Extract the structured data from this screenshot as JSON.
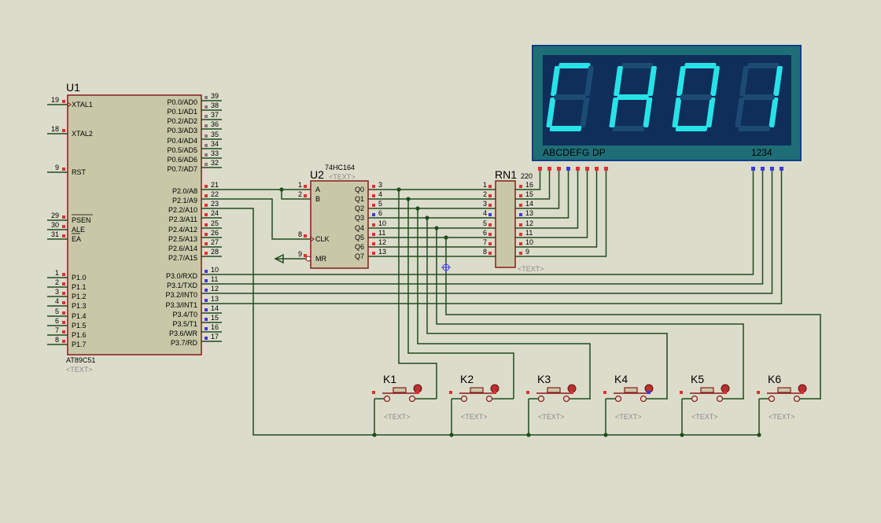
{
  "colors": {
    "background": "#dcdccb",
    "wire": "#1f4d1f",
    "body_fill": "#c8c8a8",
    "body_stroke": "#8b1a1a",
    "pin_active": "#e03030",
    "pin_idle": "#3a3ae0",
    "pin_gray": "#808080",
    "display_frame": "#1e6e78",
    "display_glass": "#102e5a",
    "segment_on": "#27e3e8",
    "segment_off": "#1b4a73"
  },
  "u1": {
    "ref": "U1",
    "part": "AT89C51",
    "text_placeholder": "<TEXT>",
    "left_pins": [
      {
        "num": "19",
        "name": "XTAL1"
      },
      {
        "num": "18",
        "name": "XTAL2"
      },
      {
        "num": "9",
        "name": "RST"
      },
      {
        "num": "29",
        "name": "PSEN"
      },
      {
        "num": "30",
        "name": "ALE"
      },
      {
        "num": "31",
        "name": "EA"
      },
      {
        "num": "1",
        "name": "P1.0"
      },
      {
        "num": "2",
        "name": "P1.1"
      },
      {
        "num": "3",
        "name": "P1.2"
      },
      {
        "num": "4",
        "name": "P1.3"
      },
      {
        "num": "5",
        "name": "P1.4"
      },
      {
        "num": "6",
        "name": "P1.5"
      },
      {
        "num": "7",
        "name": "P1.6"
      },
      {
        "num": "8",
        "name": "P1.7"
      }
    ],
    "right_pins": [
      {
        "num": "39",
        "name": "P0.0/AD0"
      },
      {
        "num": "38",
        "name": "P0.1/AD1"
      },
      {
        "num": "37",
        "name": "P0.2/AD2"
      },
      {
        "num": "36",
        "name": "P0.3/AD3"
      },
      {
        "num": "35",
        "name": "P0.4/AD4"
      },
      {
        "num": "34",
        "name": "P0.5/AD5"
      },
      {
        "num": "33",
        "name": "P0.6/AD6"
      },
      {
        "num": "32",
        "name": "P0.7/AD7"
      },
      {
        "num": "21",
        "name": "P2.0/A8"
      },
      {
        "num": "22",
        "name": "P2.1/A9"
      },
      {
        "num": "23",
        "name": "P2.2/A10"
      },
      {
        "num": "24",
        "name": "P2.3/A11"
      },
      {
        "num": "25",
        "name": "P2.4/A12"
      },
      {
        "num": "26",
        "name": "P2.5/A13"
      },
      {
        "num": "27",
        "name": "P2.6/A14"
      },
      {
        "num": "28",
        "name": "P2.7/A15"
      },
      {
        "num": "10",
        "name": "P3.0/RXD"
      },
      {
        "num": "11",
        "name": "P3.1/TXD"
      },
      {
        "num": "12",
        "name": "P3.2/INT0"
      },
      {
        "num": "13",
        "name": "P3.3/INT1"
      },
      {
        "num": "14",
        "name": "P3.4/T0"
      },
      {
        "num": "15",
        "name": "P3.5/T1"
      },
      {
        "num": "16",
        "name": "P3.6/WR"
      },
      {
        "num": "17",
        "name": "P3.7/RD"
      }
    ]
  },
  "u2": {
    "ref": "U2",
    "part": "74HC164",
    "text_placeholder": "<TEXT>",
    "left_pins": [
      {
        "num": "1",
        "name": "A"
      },
      {
        "num": "2",
        "name": "B"
      },
      {
        "num": "8",
        "name": "CLK"
      },
      {
        "num": "9",
        "name": "MR"
      }
    ],
    "right_pins": [
      {
        "num": "3",
        "name": "Q0"
      },
      {
        "num": "4",
        "name": "Q1"
      },
      {
        "num": "5",
        "name": "Q2"
      },
      {
        "num": "6",
        "name": "Q3"
      },
      {
        "num": "10",
        "name": "Q4"
      },
      {
        "num": "11",
        "name": "Q5"
      },
      {
        "num": "12",
        "name": "Q6"
      },
      {
        "num": "13",
        "name": "Q7"
      }
    ]
  },
  "rn1": {
    "ref": "RN1",
    "value": "220",
    "text_placeholder": "<TEXT>",
    "left_pins": [
      "1",
      "2",
      "3",
      "4",
      "5",
      "6",
      "7",
      "8"
    ],
    "right_pins": [
      "16",
      "15",
      "14",
      "13",
      "12",
      "11",
      "10",
      "9"
    ]
  },
  "display": {
    "digits": [
      "C",
      "H",
      "0",
      "1"
    ],
    "segment_label": "ABCDEFG DP",
    "digit_label": "1234"
  },
  "keys": [
    {
      "ref": "K1",
      "text": "<TEXT>"
    },
    {
      "ref": "K2",
      "text": "<TEXT>"
    },
    {
      "ref": "K3",
      "text": "<TEXT>"
    },
    {
      "ref": "K4",
      "text": "<TEXT>"
    },
    {
      "ref": "K5",
      "text": "<TEXT>"
    },
    {
      "ref": "K6",
      "text": "<TEXT>"
    }
  ]
}
